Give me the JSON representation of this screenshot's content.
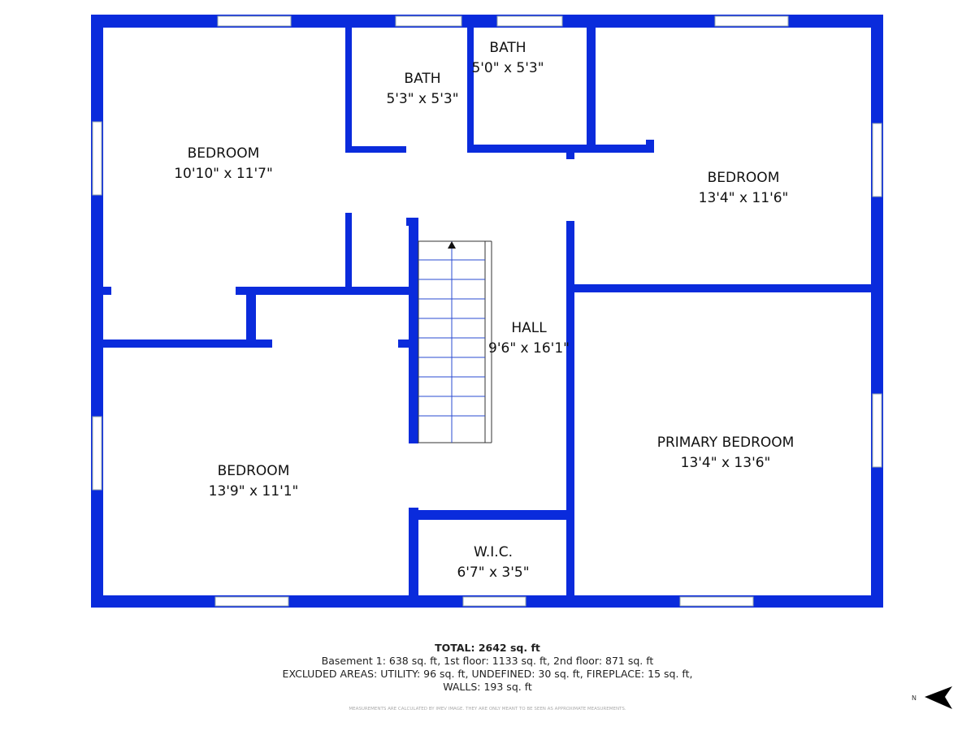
{
  "colors": {
    "wall": "#0a2bdc",
    "stair_line": "#2a4bd0"
  },
  "rooms": [
    {
      "name": "BEDROOM",
      "dims": "10'10\" x 11'7\""
    },
    {
      "name": "BATH",
      "dims": "5'3\" x 5'3\""
    },
    {
      "name": "BATH",
      "dims": "5'0\" x 5'3\""
    },
    {
      "name": "BEDROOM",
      "dims": "13'4\" x 11'6\""
    },
    {
      "name": "HALL",
      "dims": "9'6\" x 16'1\""
    },
    {
      "name": "BEDROOM",
      "dims": "13'9\" x 11'1\""
    },
    {
      "name": "PRIMARY BEDROOM",
      "dims": "13'4\" x 13'6\""
    },
    {
      "name": "W.I.C.",
      "dims": "6'7\" x 3'5\""
    }
  ],
  "summary": {
    "total": "TOTAL: 2642 sq. ft",
    "floors": "Basement 1: 638 sq. ft, 1st floor: 1133 sq. ft, 2nd floor: 871 sq. ft",
    "excluded": "EXCLUDED AREAS: UTILITY: 96 sq. ft, UNDEFINED: 30 sq. ft, FIREPLACE: 15 sq. ft,",
    "walls": "WALLS: 193 sq. ft",
    "disclaimer": "MEASUREMENTS ARE CALCULATED BY IMEV IMAGE. THEY ARE ONLY MEANT TO BE SEEN AS APPROXIMATE MEASUREMENTS."
  },
  "compass": {
    "label": "N"
  }
}
